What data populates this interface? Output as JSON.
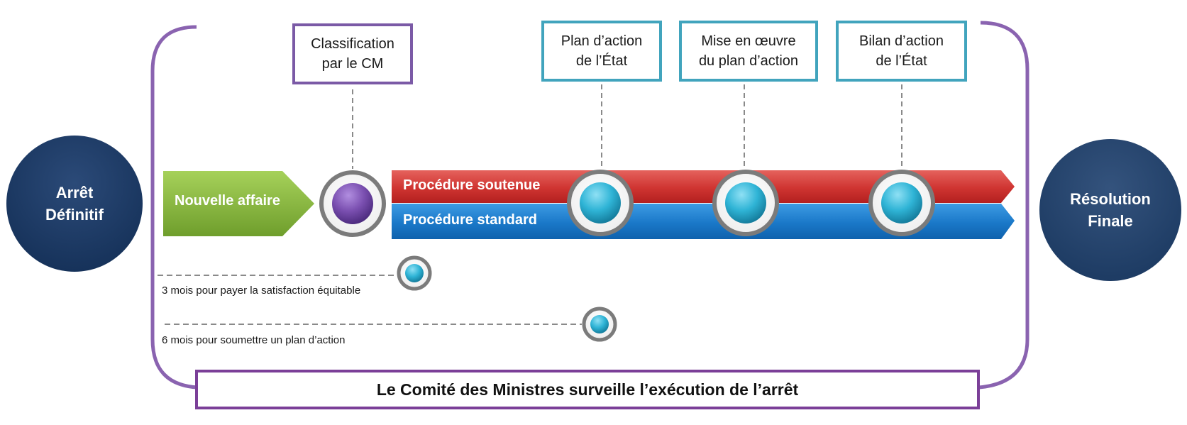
{
  "start_node": {
    "line1": "Arrêt",
    "line2": "Définitif"
  },
  "end_node": {
    "line1": "Résolution",
    "line2": "Finale"
  },
  "new_case_label": "Nouvelle affaire",
  "top_boxes": {
    "classification": {
      "line1": "Classification",
      "line2": "par le CM"
    },
    "action_plan": {
      "line1": "Plan d’action",
      "line2": "de l’État"
    },
    "implementation": {
      "line1": "Mise en œuvre",
      "line2": "du plan d’action"
    },
    "action_report": {
      "line1": "Bilan d’action",
      "line2": "de l’État"
    }
  },
  "tracks": {
    "enhanced": "Procédure soutenue",
    "standard": "Procédure standard"
  },
  "deadlines": {
    "three_months": "3 mois pour payer la satisfaction équitable",
    "six_months": "6 mois pour soumettre un plan d’action"
  },
  "supervision_label": "Le Comité des Ministres surveille l’exécution de l’arrêt",
  "colors": {
    "navy": "#1f3a62",
    "green": "#8dc044",
    "red": "#d23c3a",
    "blue": "#1e7fd0",
    "purple": "#7b3f98",
    "teal": "#41a4bd",
    "marker_cyan": "#2fb4d6",
    "marker_purple": "#7a4fb0"
  }
}
